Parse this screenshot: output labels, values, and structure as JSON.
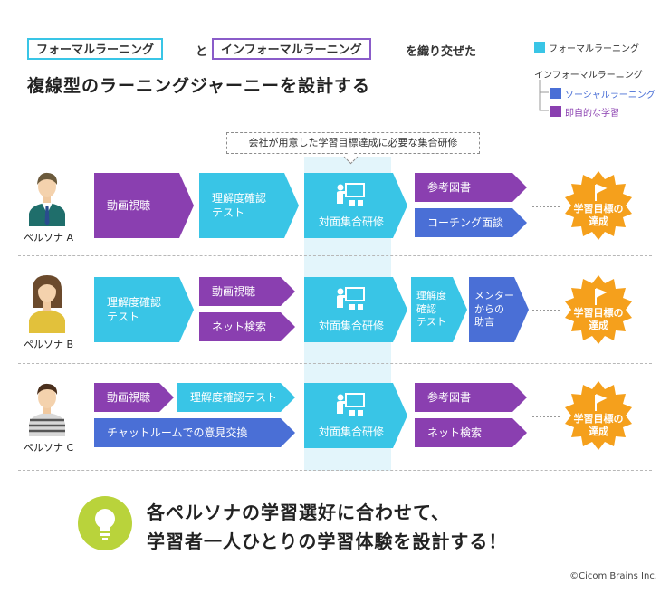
{
  "header": {
    "formal_tag": "フォーマルラーニング",
    "connector": "と",
    "informal_tag": "インフォーマルラーニング",
    "suffix": "を織り交ぜた",
    "title": "複線型のラーニングジャーニーを設計する"
  },
  "legend": {
    "formal": "フォーマルラーニング",
    "informal": "インフォーマルラーニング",
    "social": "ソーシャルラーニング",
    "immediate": "即自的な学習",
    "colors": {
      "formal": "#39c5e6",
      "social": "#4a6fd6",
      "immediate": "#8a3fb0"
    }
  },
  "callout": "会社が用意した学習目標達成に必要な集合研修",
  "personas": [
    {
      "label": "ペルソナ A",
      "steps": [
        "動画視聴",
        "理解度確認\nテスト",
        "対面集合研修",
        "参考図書",
        "コーチング面談"
      ],
      "goal": "学習目標の\n達成"
    },
    {
      "label": "ペルソナ B",
      "steps": [
        "理解度確認\nテスト",
        "動画視聴",
        "ネット検索",
        "対面集合研修",
        "理解度\n確認\nテスト",
        "メンター\nからの\n助言"
      ],
      "goal": "学習目標の\n達成"
    },
    {
      "label": "ペルソナ C",
      "steps": [
        "動画視聴",
        "理解度確認テスト",
        "チャットルームでの意見交換",
        "対面集合研修",
        "参考図書",
        "ネット検索"
      ],
      "goal": "学習目標の\n達成"
    }
  ],
  "bottom": {
    "line1": "各ペルソナの学習選好に合わせて、",
    "line2": "学習者一人ひとりの学習体験を設計する！"
  },
  "copyright": "©Cicom Brains Inc."
}
